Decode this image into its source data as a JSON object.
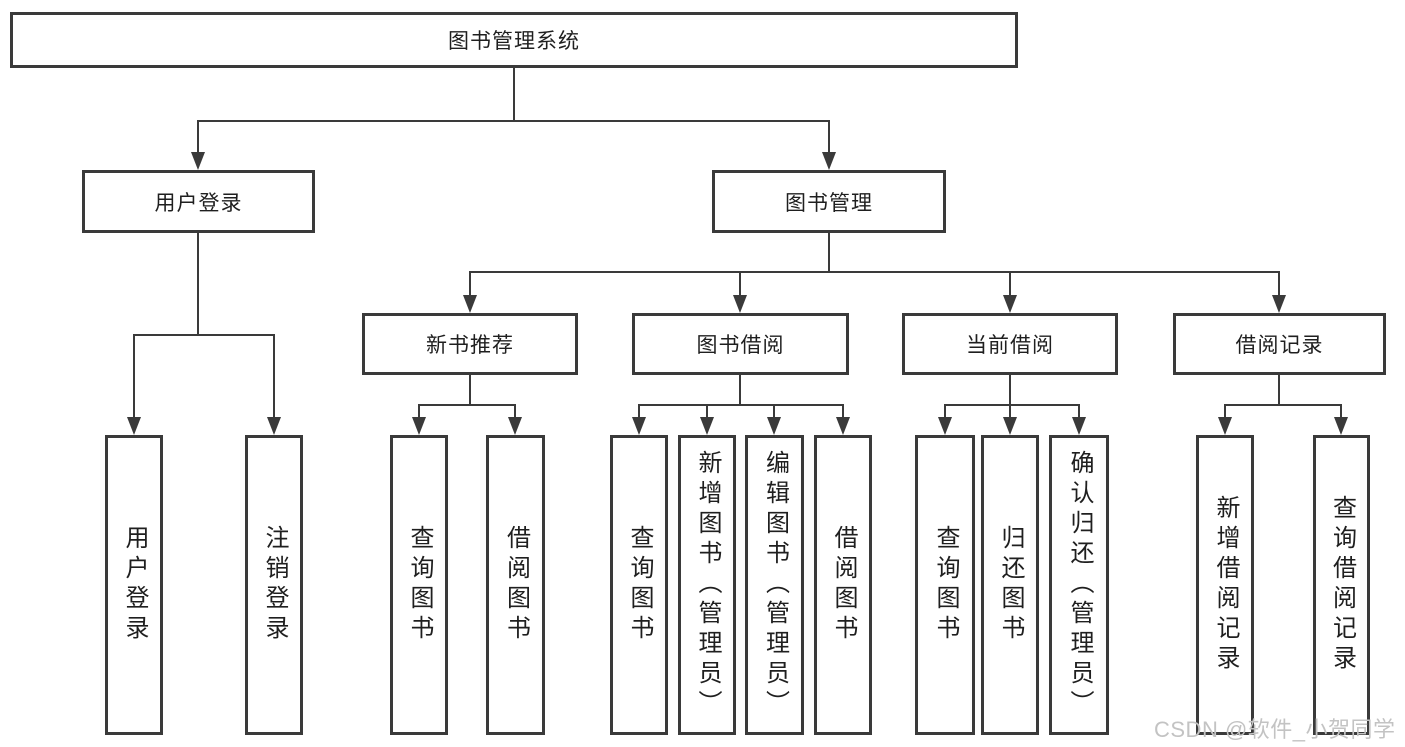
{
  "tree": {
    "root": "图书管理系统",
    "branches": [
      {
        "label": "用户登录",
        "children": [
          "用户登录",
          "注销登录"
        ]
      },
      {
        "label": "图书管理",
        "children": [
          {
            "label": "新书推荐",
            "children": [
              "查询图书",
              "借阅图书"
            ]
          },
          {
            "label": "图书借阅",
            "children": [
              "查询图书",
              "新增图书（管理员）",
              "编辑图书（管理员）",
              "借阅图书"
            ]
          },
          {
            "label": "当前借阅",
            "children": [
              "查询图书",
              "归还图书",
              "确认归还（管理员）"
            ]
          },
          {
            "label": "借阅记录",
            "children": [
              "新增借阅记录",
              "查询借阅记录"
            ]
          }
        ]
      }
    ]
  },
  "watermark": "CSDN @软件_小贺同学",
  "colors": {
    "line": "#3a3a3a",
    "text": "#1f1f1f",
    "background": "#ffffff",
    "watermark": "#c3c3c3"
  }
}
